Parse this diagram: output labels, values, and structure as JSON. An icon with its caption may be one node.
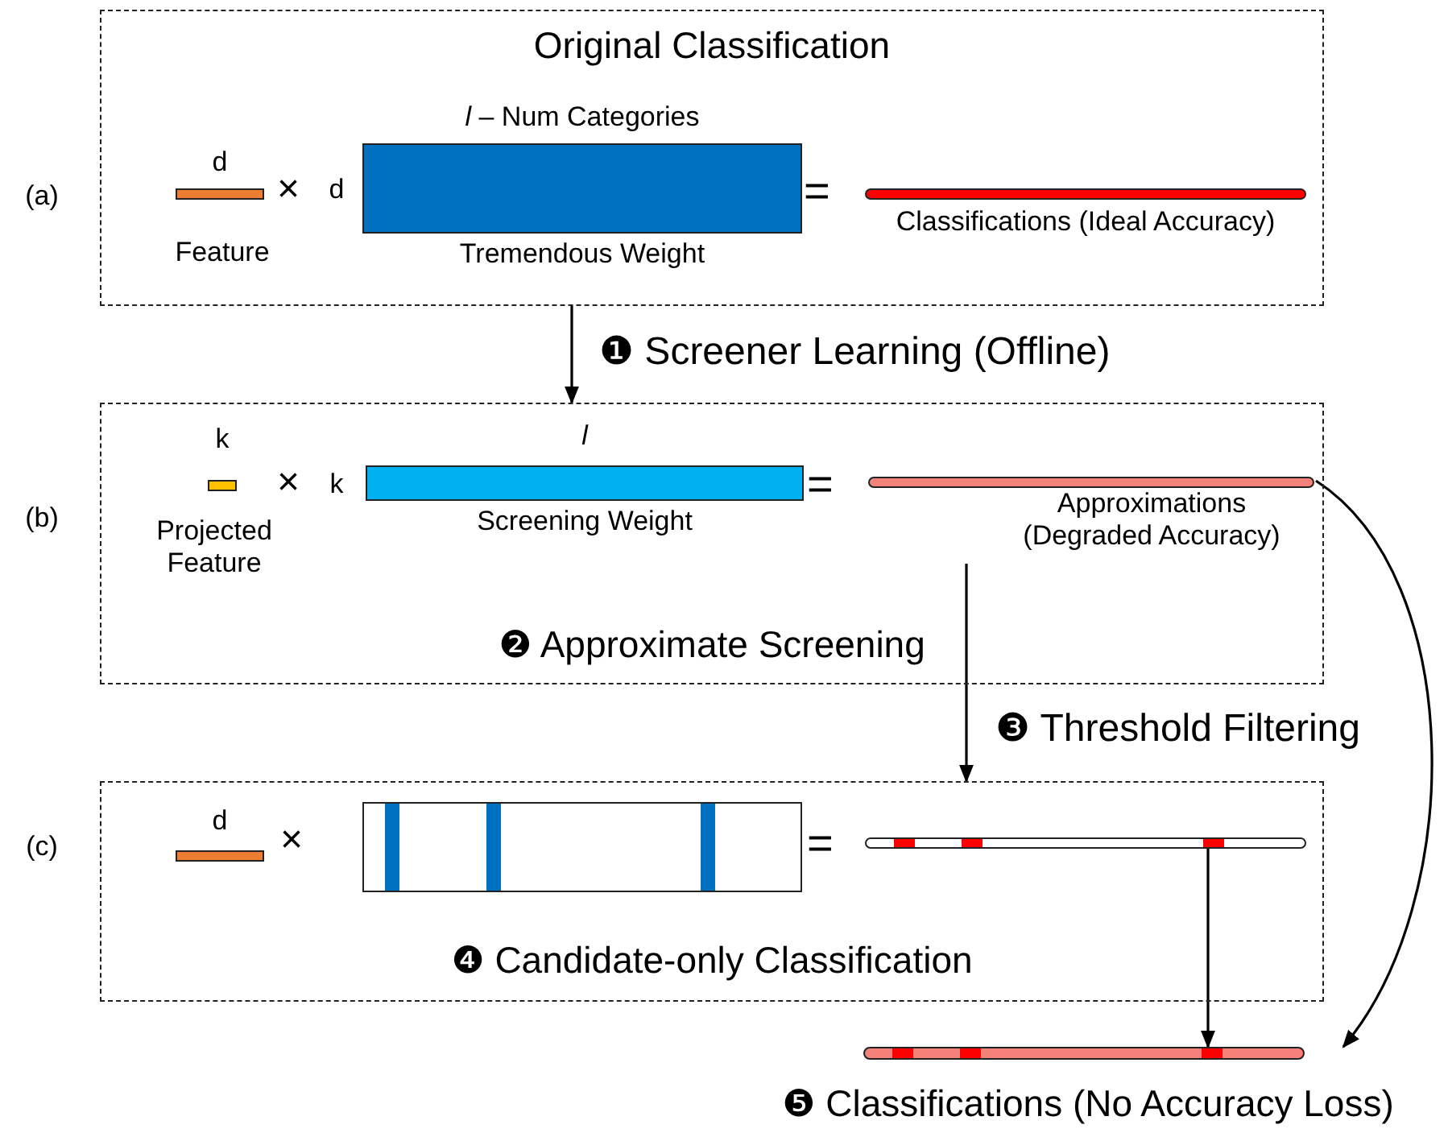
{
  "diagram": {
    "nodes": [
      {
        "text": [
          "Original Classification"
        ],
        "beside": [
          "(a)"
        ]
      },
      {
        "text": [],
        "shape": "bar",
        "in": 0,
        "beside": [
          "d",
          "Feature"
        ]
      },
      {
        "text": [],
        "shape": "box",
        "in": 0,
        "beside": [
          "*l* – Num Categories",
          "d",
          "Tremendous Weight"
        ]
      },
      {
        "text": [],
        "shape": "bar",
        "in": 0,
        "beside": [
          "Classifications (Ideal Accuracy)"
        ]
      },
      {
        "text": [
          "❷ Approximate Screening"
        ],
        "beside": [
          "(b)"
        ]
      },
      {
        "text": [],
        "shape": "bar",
        "in": 4,
        "beside": [
          "k",
          "Projected Feature"
        ]
      },
      {
        "text": [],
        "shape": "box",
        "in": 4,
        "beside": [
          "l",
          "k",
          "Screening Weight"
        ]
      },
      {
        "text": [],
        "shape": "bar",
        "in": 4,
        "beside": [
          "Approximations (Degraded Accuracy)"
        ]
      },
      {
        "text": [
          "❹ Candidate-only Classification"
        ],
        "beside": [
          "(c)"
        ]
      },
      {
        "text": [],
        "shape": "bar",
        "in": 8,
        "beside": [
          "d"
        ]
      },
      {
        "text": [],
        "shape": "box",
        "in": 8
      },
      {
        "text": [],
        "shape": "bar",
        "in": 8
      },
      {
        "text": [],
        "shape": "bar",
        "beside": [
          "❺ Classifications (No Accuracy Loss)"
        ]
      }
    ],
    "edges": [
      {
        "from": 0,
        "to": 4,
        "arrow": "to",
        "label": "❶ Screener Learning (Offline)"
      },
      {
        "from": null,
        "to": 8,
        "arrow": "to",
        "label": "❸ Threshold Filtering"
      },
      {
        "from": 11,
        "to": 12,
        "arrow": "to"
      },
      {
        "from": 7,
        "to": 12,
        "arrow": "to"
      }
    ],
    "labels": [
      "×",
      "=",
      "×",
      "=",
      "×",
      "="
    ]
  }
}
